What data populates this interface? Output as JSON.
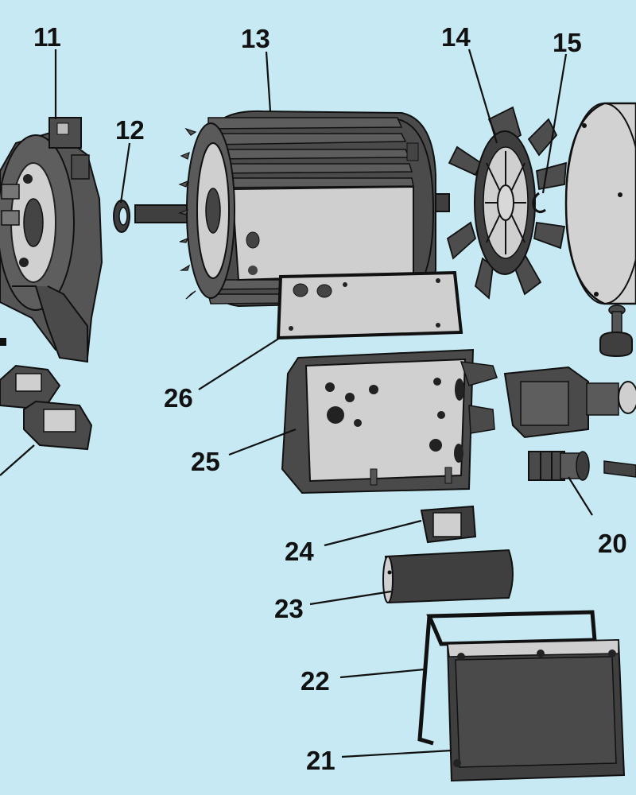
{
  "diagram": {
    "background": "#c6e9f3",
    "part_fill_dark": "#4a4a4a",
    "part_fill_light": "#cfcfcf",
    "labels": [
      {
        "id": "p11",
        "text": "11"
      },
      {
        "id": "p12",
        "text": "12"
      },
      {
        "id": "p13",
        "text": "13"
      },
      {
        "id": "p14",
        "text": "14"
      },
      {
        "id": "p15",
        "text": "15"
      },
      {
        "id": "p20",
        "text": "20"
      },
      {
        "id": "p21",
        "text": "21"
      },
      {
        "id": "p22",
        "text": "22"
      },
      {
        "id": "p23",
        "text": "23"
      },
      {
        "id": "p24",
        "text": "24"
      },
      {
        "id": "p25",
        "text": "25"
      },
      {
        "id": "p26",
        "text": "26"
      }
    ]
  }
}
